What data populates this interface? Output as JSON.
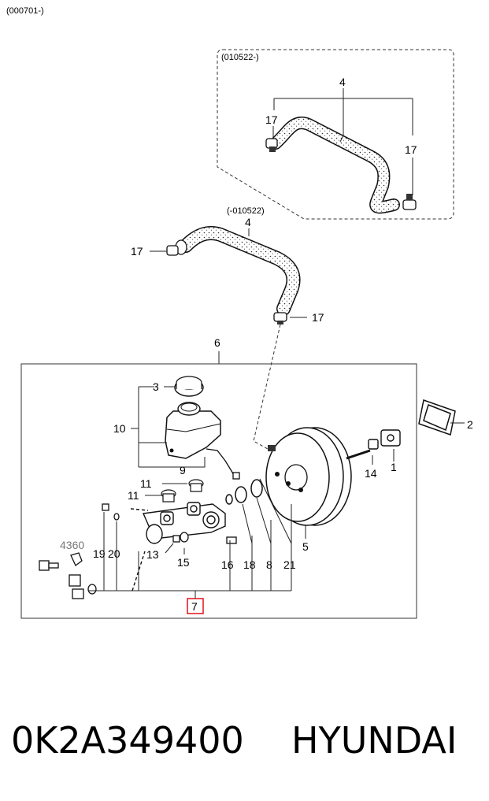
{
  "diagram": {
    "header_code": "(000701-)",
    "inset_variant_new": "(010522-)",
    "inset_variant_old": "(-010522)",
    "highlight_color": "#e0141e",
    "labels": {
      "c1": "1",
      "c2": "2",
      "c3": "3",
      "c4a": "4",
      "c4b": "4",
      "c5": "5",
      "c6": "6",
      "c7": "7",
      "c8": "8",
      "c9": "9",
      "c10": "10",
      "c11a": "11",
      "c11b": "11",
      "c13": "13",
      "c14": "14",
      "c15": "15",
      "c16": "16",
      "c17a": "17",
      "c17b": "17",
      "c17c": "17",
      "c17d": "17",
      "c18": "18",
      "c19": "19",
      "c20": "20",
      "c21": "21",
      "c4360": "4360"
    }
  },
  "footer": {
    "part_number": "0K2A349400",
    "brand": "HYUNDAI"
  }
}
